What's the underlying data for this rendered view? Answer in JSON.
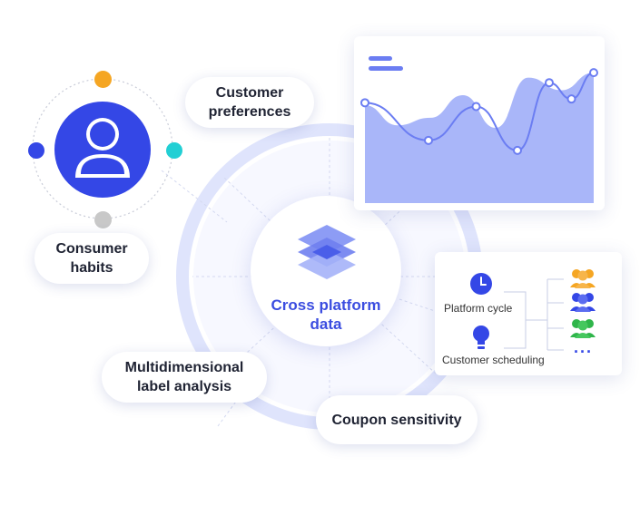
{
  "center": {
    "line1": "Cross platform",
    "line2": "data"
  },
  "labels": {
    "customer_preferences": [
      "Customer",
      "preferences"
    ],
    "consumer_habits": [
      "Consumer",
      "habits"
    ],
    "multidimensional": [
      "Multidimensional",
      "label analysis"
    ],
    "coupon_sensitivity": "Coupon sensitivity"
  },
  "panel": {
    "platform_cycle": "Platform cycle",
    "customer_scheduling": "Customer scheduling",
    "more": "···"
  },
  "colors": {
    "primary_blue": "#3447e6",
    "ring": "#dde3fb",
    "orange": "#f5a623",
    "teal": "#22cfd4",
    "gray": "#c8c8c8",
    "green": "#2fb54a",
    "chart_fill": "#9aa9f8"
  },
  "chart_data": {
    "type": "area",
    "title": "",
    "xlabel": "",
    "ylabel": "",
    "series": [
      {
        "values": [
          7.8,
          6.2,
          6.8,
          8.6,
          6.0,
          10.0,
          9.0,
          10.4
        ]
      }
    ],
    "points": [
      {
        "x": 0,
        "y": 8.0
      },
      {
        "x": 2,
        "y": 5.0
      },
      {
        "x": 3.5,
        "y": 7.7
      },
      {
        "x": 4.8,
        "y": 4.2
      },
      {
        "x": 5.8,
        "y": 9.6
      },
      {
        "x": 6.5,
        "y": 8.3
      },
      {
        "x": 7.2,
        "y": 10.4
      }
    ],
    "ylim": [
      0,
      12
    ],
    "grid": false
  }
}
